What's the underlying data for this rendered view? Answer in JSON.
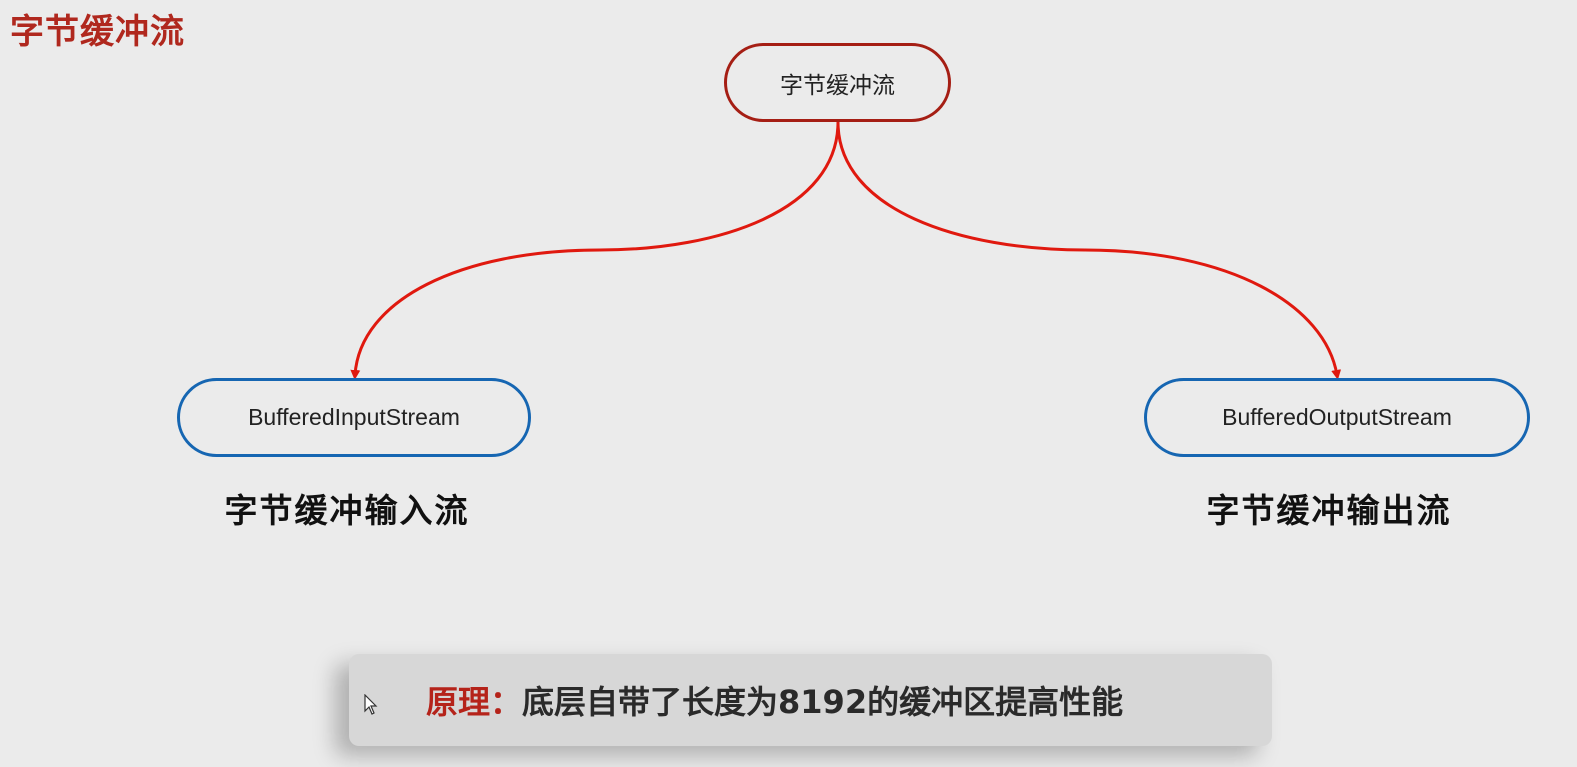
{
  "page": {
    "title": "字节缓冲流"
  },
  "diagram": {
    "root": {
      "label": "字节缓冲流"
    },
    "children": [
      {
        "label": "BufferedInputStream",
        "caption": "字节缓冲输入流"
      },
      {
        "label": "BufferedOutputStream",
        "caption": "字节缓冲输出流"
      }
    ]
  },
  "note": {
    "label": "原理：",
    "text": "底层自带了长度为8192的缓冲区提高性能"
  },
  "colors": {
    "title": "#b0281e",
    "root_border": "#a51e14",
    "child_border": "#1666b2",
    "connector": "#e0190f",
    "note_label": "#b5231a",
    "background": "#ebebeb"
  },
  "icons": {
    "cursor": "mouse-pointer-icon"
  }
}
